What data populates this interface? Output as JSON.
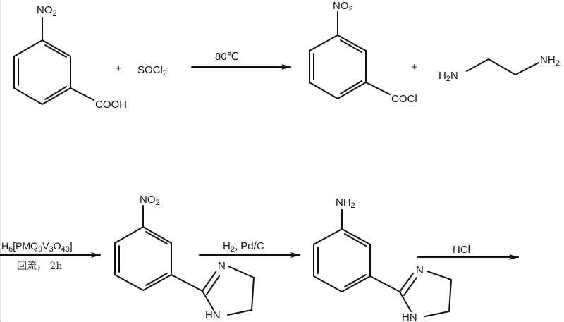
{
  "scheme": {
    "step1": {
      "reactant1": {
        "name": "3-nitrobenzoic acid",
        "substituent_top": {
          "main": "NO",
          "sub": "2"
        },
        "substituent_bottom": "COOH"
      },
      "plus1": "+",
      "reactant2": {
        "main": "SOCl",
        "sub": "2"
      },
      "arrow": {
        "condition_above": "80℃"
      },
      "product": {
        "name": "3-nitrobenzoyl chloride",
        "substituent_top": {
          "main": "NO",
          "sub": "2"
        },
        "substituent_bottom": "COCl"
      },
      "plus2": "+",
      "reagent": {
        "name": "ethylenediamine",
        "left": {
          "pre": "H",
          "sub": "2",
          "post": "N"
        },
        "right": {
          "main": "NH",
          "sub": "2"
        }
      }
    },
    "step2": {
      "arrow": {
        "catalyst": {
          "p1": "H",
          "s1": "6",
          "p2": "[PMQ",
          "s2": "9",
          "p3": "V",
          "s3": "3",
          "p4": "O",
          "s4": "40",
          "p5": "]"
        },
        "condition_below": "回流， 2h"
      },
      "product": {
        "name": "2-(3-nitrophenyl)-imidazoline",
        "substituent_top": {
          "main": "NO",
          "sub": "2"
        },
        "ring_N": "N",
        "ring_NH": "HN"
      }
    },
    "step3": {
      "arrow": {
        "reagent_above": {
          "p1": "H",
          "s1": "2",
          "p2": ", Pd/C"
        }
      },
      "product": {
        "name": "3-(imidazolin-2-yl)aniline",
        "substituent_top": {
          "main": "NH",
          "sub": "2"
        },
        "ring_N": "N",
        "ring_NH": "HN"
      }
    },
    "step4": {
      "arrow": {
        "reagent_above": "HCl"
      }
    }
  }
}
